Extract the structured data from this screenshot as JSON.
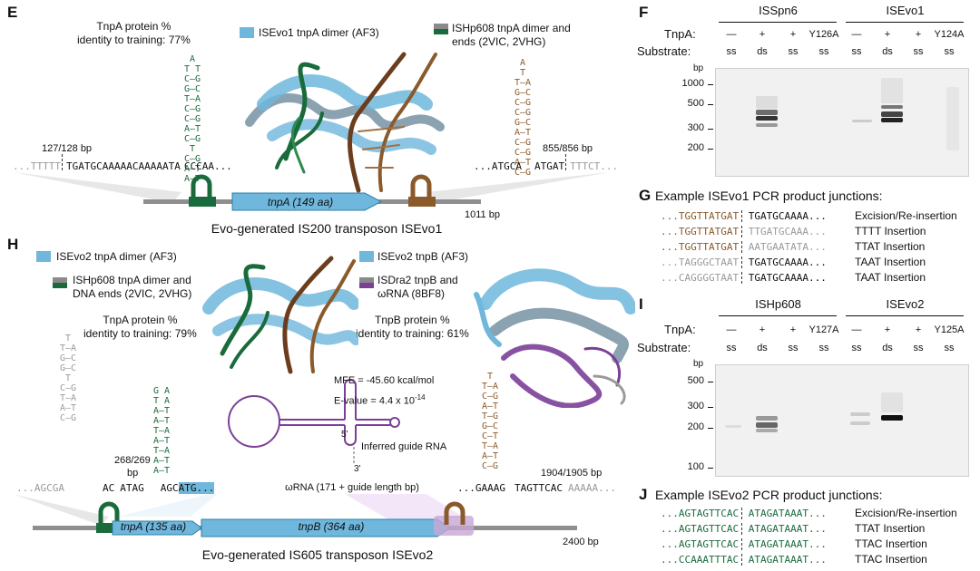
{
  "colors": {
    "protein_blue": "#6fb7dc",
    "tnpa_green": "#1a6b3c",
    "ishp_brown": "#8a5a2b",
    "rna_purple": "#7b3f98",
    "gray": "#9a9a9a"
  },
  "panel_e": {
    "letter": "E",
    "identity": [
      "TnpA protein %",
      "identity to training: 77%"
    ],
    "legend_isevo": "ISEvo1 tnpA dimer (AF3)",
    "legend_ishp": [
      "ISHp608 tnpA dimer and",
      "ends (2VIC, 2VHG)"
    ],
    "left_pos": "127/128 bp",
    "right_pos": "855/856 bp",
    "left_seq_gray": "...TTTTT",
    "left_seq": "TGATGCAAAAACAAAAATA",
    "left_seq_end": "CCCAA...",
    "right_seq_start": "...ATGCA",
    "right_seq": "ATGAT",
    "right_seq_gray": "TTTCT...",
    "gene": "tnpA (149 aa)",
    "length": "1011 bp",
    "caption": "Evo-generated IS200 transposon ISEvo1",
    "left_hairpin": [
      "A",
      "T T",
      "C–G",
      "G–C",
      "T–A",
      "C–G",
      "C–G",
      "A–T",
      "C–G",
      "T",
      "C–G",
      "A–T",
      "A–T"
    ],
    "right_hairpin": [
      "A",
      "T",
      "T–A",
      "G–C",
      "C–G",
      "C–G",
      "G–C",
      "A–T",
      "C–G",
      "C–G",
      "A–T",
      "C–G"
    ]
  },
  "panel_f": {
    "letter": "F",
    "groups": [
      "ISSpn6",
      "ISEvo1"
    ],
    "tnpa_label": "TnpA:",
    "substrate_label": "Substrate:",
    "tnpa": [
      "—",
      "+",
      "+",
      "Y126A",
      "—",
      "+",
      "+",
      "Y124A"
    ],
    "substrate": [
      "ss",
      "ds",
      "ss",
      "ss",
      "ss",
      "ds",
      "ss",
      "ss"
    ],
    "ladder_unit": "bp",
    "ladder": [
      "1000",
      "500",
      "300",
      "200"
    ]
  },
  "panel_g": {
    "letter": "G",
    "title": "Example ISEvo1 PCR product junctions:",
    "rows": [
      {
        "left": "...TGGTTATGAT",
        "right": "TGATGCAAAA...",
        "label": "Excision/Re-insertion"
      },
      {
        "left": "...TGGTTATGAT",
        "right": "TTGATGCAAA...",
        "label": "TTTT Insertion"
      },
      {
        "left": "...TGGTTATGAT",
        "right": "AATGAATATA...",
        "label": "TTAT Insertion"
      },
      {
        "left": "...TAGGGCTAAT",
        "right": "TGATGCAAAA...",
        "label": "TAAT Insertion"
      },
      {
        "left": "...CAGGGGTAAT",
        "right": "TGATGCAAAA...",
        "label": "TAAT Insertion"
      }
    ]
  },
  "panel_h": {
    "letter": "H",
    "legend_tnpa": "ISEvo2 tnpA dimer (AF3)",
    "legend_ishp": [
      "ISHp608 tnpA dimer and",
      "DNA ends (2VIC, 2VHG)"
    ],
    "legend_tnpb": "ISEvo2 tnpB (AF3)",
    "legend_isdra": [
      "ISDra2 tnpB and",
      "ωRNA (8BF8)"
    ],
    "tnpa_identity": [
      "TnpA protein %",
      "identity to training: 79%"
    ],
    "tnpb_identity": [
      "TnpB protein %",
      "identity to training: 61%"
    ],
    "mfe": "MFE = -45.60 kcal/mol",
    "evalue": "E-value = 4.4 x 10",
    "evalue_exp": "-14",
    "five_prime": "5'",
    "three_prime": "3'",
    "guide_label": "Inferred guide RNA",
    "omega_label": "ωRNA (171 + guide length bp)",
    "left_pos": "268/269",
    "left_pos_unit": "bp",
    "right_pos": "1904/1905 bp",
    "seq_left_gray": "...AGCGA",
    "seq_ac": "AC",
    "seq_atag": "ATAG",
    "seq_agc": "AGC",
    "seq_atg": "ATG...",
    "seq_gaaag": "...GAAAG",
    "seq_tagttcac": "TAGTTCAC",
    "seq_right_gray": "AAAAA...",
    "gene_a": "tnpA (135 aa)",
    "gene_b": "tnpB (364 aa)",
    "length": "2400 bp",
    "caption": "Evo-generated IS605 transposon ISEvo2",
    "gray_hairpin": [
      "T",
      "T–A",
      "G–C",
      "G–C",
      "T",
      "C–G",
      "T–A",
      "A–T",
      "C–G"
    ],
    "green_hairpin": [
      "G A",
      "T A",
      "A–T",
      "A–T",
      "T–A",
      "A–T",
      "T–A",
      "A–T",
      "A–T"
    ],
    "brown_hairpin": [
      "T",
      "T–A",
      "C–G",
      "A–T",
      "T–G",
      "G–C",
      "C–T",
      "T–A",
      "A–T",
      "C–G"
    ]
  },
  "panel_i": {
    "letter": "I",
    "groups": [
      "ISHp608",
      "ISEvo2"
    ],
    "tnpa_label": "TnpA:",
    "substrate_label": "Substrate:",
    "tnpa": [
      "—",
      "+",
      "+",
      "Y127A",
      "—",
      "+",
      "+",
      "Y125A"
    ],
    "substrate": [
      "ss",
      "ds",
      "ss",
      "ss",
      "ss",
      "ds",
      "ss",
      "ss"
    ],
    "ladder_unit": "bp",
    "ladder": [
      "500",
      "300",
      "200",
      "100"
    ]
  },
  "panel_j": {
    "letter": "J",
    "title": "Example ISEvo2 PCR product junctions:",
    "rows": [
      {
        "left": "...AGTAGTTCAC",
        "right": "ATAGATAAAT...",
        "label": "Excision/Re-insertion"
      },
      {
        "left": "...AGTAGTTCAC",
        "right": "ATAGATAAAT...",
        "label": "TTAT Insertion"
      },
      {
        "left": "...AGTAGTTCAC",
        "right": "ATAGATAAAT...",
        "label": "TTAC Insertion"
      },
      {
        "left": "...CCAAATTTAC",
        "right": "ATAGATAAAT...",
        "label": "TTAC Insertion"
      }
    ]
  }
}
